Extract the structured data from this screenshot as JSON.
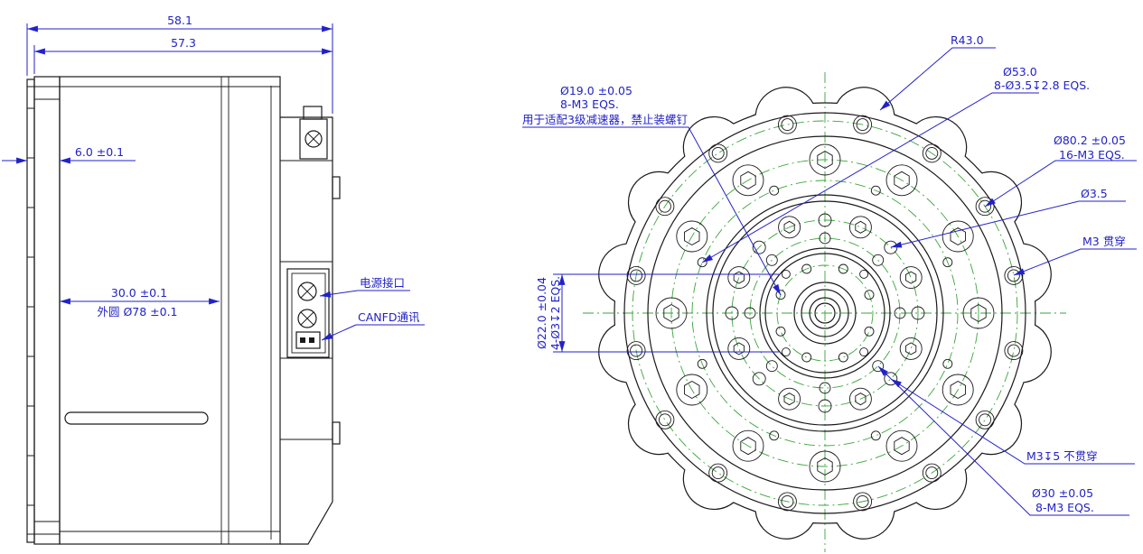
{
  "side_view": {
    "dim_total": "58.1",
    "dim_body": "57.3",
    "dim_flange": "6.0 ±0.1",
    "dim_inner": "30.0 ±0.1",
    "dim_outer_circle": "外圆 Ø78 ±0.1",
    "label_power": "电源接口",
    "label_canfd": "CANFD通讯"
  },
  "front_view": {
    "dim_r43": "R43.0",
    "dim_d53_line1": "Ø53.0",
    "dim_d53_line2": "8-Ø3.5↧2.8 EQS.",
    "dim_d19_line1": "Ø19.0 ±0.05",
    "dim_d19_line2": "8-M3 EQS.",
    "dim_d19_note": "用于适配3级减速器，禁止装螺钉",
    "dim_d80_line1": "Ø80.2 ±0.05",
    "dim_d80_line2": "16-M3 EQS.",
    "dim_d35": "Ø3.5",
    "dim_m3_through": "M3 贯穿",
    "dim_d22_line1": "Ø22.0 ±0.04",
    "dim_d22_line2": "4-Ø3↧2 EQS.",
    "dim_m3_blind": "M3↧5 不贯穿",
    "dim_d30_line1": "Ø30 ±0.05",
    "dim_d30_line2": "8-M3 EQS."
  },
  "colors": {
    "line": "#1a1a1a",
    "dimension": "#2222c8",
    "centerline": "#3aa63a"
  }
}
